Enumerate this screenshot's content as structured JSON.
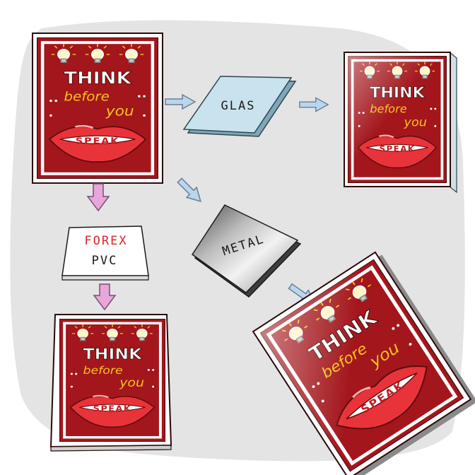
{
  "poster": {
    "line1": "THINK",
    "line2": "before",
    "line3": "you",
    "line4": "SPEAK"
  },
  "materials": {
    "glass": "GLAS",
    "metal": "METAL",
    "forex_top": "FOREX",
    "forex_bottom": "PVC"
  },
  "colors": {
    "poster_red": "#a3161c",
    "lips": "#e8333a",
    "title_white": "#ffffff",
    "script_yellow": "#f6c21b",
    "arrow_blue": "#b9d6ee",
    "arrow_pink": "#e8a6da",
    "forex_red": "#d8272d",
    "background_blob": "#e4e4e4"
  }
}
